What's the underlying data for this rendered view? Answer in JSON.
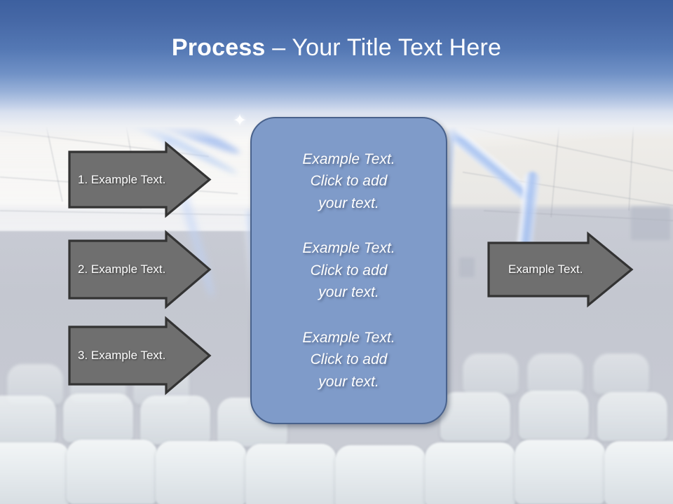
{
  "slide": {
    "title_strong": "Process",
    "title_light": " – Your Title Text Here",
    "background_description": "blurred auditorium interior with light walls, blue light beams and rows of seats",
    "colors": {
      "title_band_top": "#3d609f",
      "title_band_bottom": "#bccbe6",
      "arrow_fill": "#6f6f6f",
      "arrow_outline": "#333333",
      "panel_fill": "#7f9bc9",
      "panel_border": "#49628c",
      "text_on_shapes": "#ffffff"
    }
  },
  "left_arrows": [
    {
      "label": "1. Example Text."
    },
    {
      "label": "2. Example Text."
    },
    {
      "label": "3. Example Text."
    }
  ],
  "right_arrow": {
    "label": "Example Text."
  },
  "center_panel": {
    "blocks": [
      "Example Text.\nClick  to add\nyour text.",
      "Example Text.\nClick  to add\nyour text.",
      "Example Text.\nClick  to add\nyour text."
    ]
  },
  "decor": {
    "sparkle_glyph": "✦"
  }
}
